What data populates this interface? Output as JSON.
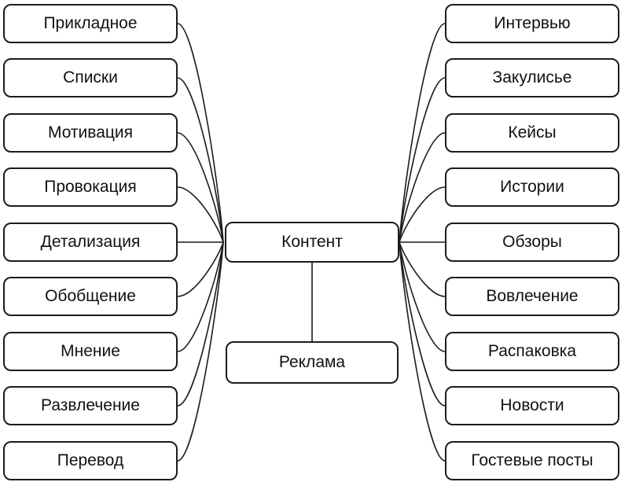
{
  "diagram": {
    "center_label": "Контент",
    "ad_label": "Реклама",
    "left": [
      "Прикладное",
      "Списки",
      "Мотивация",
      "Провокация",
      "Детализация",
      "Обобщение",
      "Мнение",
      "Развлечение",
      "Перевод"
    ],
    "right": [
      "Интервью",
      "Закулисье",
      "Кейсы",
      "Истории",
      "Обзоры",
      "Вовлечение",
      "Распаковка",
      "Новости",
      "Гостевые посты"
    ],
    "colors": {
      "stroke": "#1c1c1c",
      "box_background": "#ffffff",
      "text": "#111111",
      "page_background": "#ffffff"
    }
  }
}
